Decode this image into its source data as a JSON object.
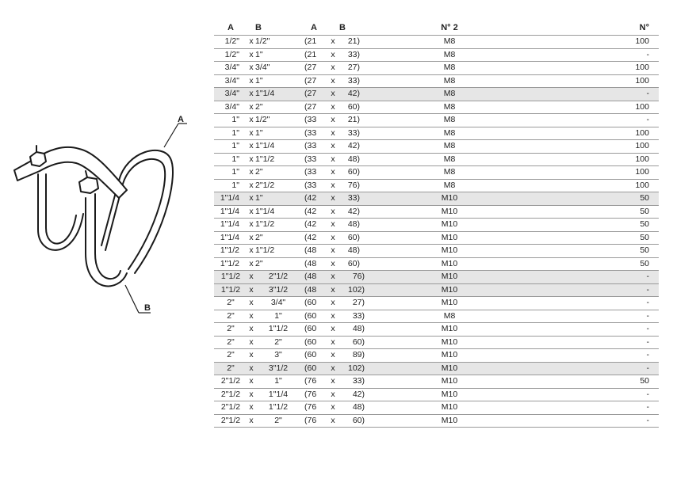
{
  "figure": {
    "label_a": "A",
    "label_b": "B"
  },
  "table": {
    "headers": {
      "a": "A",
      "b": "B",
      "paren_a": "A",
      "paren_b": "B",
      "n2": "N° 2",
      "n": "N°"
    },
    "rows": [
      {
        "a": "1/2\"",
        "x": "x",
        "b": "1/2\"",
        "pa": "(21",
        "px": "x",
        "pb": "21)",
        "n2": "M8",
        "n": "100",
        "shaded": false,
        "style": "tight"
      },
      {
        "a": "1/2\"",
        "x": "x",
        "b": "1\"",
        "pa": "(21",
        "px": "x",
        "pb": "33)",
        "n2": "M8",
        "n": "-",
        "shaded": false,
        "style": "tight"
      },
      {
        "a": "3/4\"",
        "x": "x",
        "b": "3/4\"",
        "pa": "(27",
        "px": "x",
        "pb": "27)",
        "n2": "M8",
        "n": "100",
        "shaded": false,
        "style": "tight"
      },
      {
        "a": "3/4\"",
        "x": "x",
        "b": "1\"",
        "pa": "(27",
        "px": "x",
        "pb": "33)",
        "n2": "M8",
        "n": "100",
        "shaded": false,
        "style": "tight"
      },
      {
        "a": "3/4\"",
        "x": "x",
        "b": "1\"1/4",
        "pa": "(27",
        "px": "x",
        "pb": "42)",
        "n2": "M8",
        "n": "-",
        "shaded": true,
        "style": "tight"
      },
      {
        "a": "3/4\"",
        "x": "x",
        "b": "2\"",
        "pa": "(27",
        "px": "x",
        "pb": "60)",
        "n2": "M8",
        "n": "100",
        "shaded": false,
        "style": "tight"
      },
      {
        "a": "1\"",
        "x": "x",
        "b": "1/2\"",
        "pa": "(33",
        "px": "x",
        "pb": "21)",
        "n2": "M8",
        "n": "-",
        "shaded": false,
        "style": "tight"
      },
      {
        "a": "1\"",
        "x": "x",
        "b": "1\"",
        "pa": "(33",
        "px": "x",
        "pb": "33)",
        "n2": "M8",
        "n": "100",
        "shaded": false,
        "style": "tight"
      },
      {
        "a": "1\"",
        "x": "x",
        "b": "1\"1/4",
        "pa": "(33",
        "px": "x",
        "pb": "42)",
        "n2": "M8",
        "n": "100",
        "shaded": false,
        "style": "tight"
      },
      {
        "a": "1\"",
        "x": "x",
        "b": "1\"1/2",
        "pa": "(33",
        "px": "x",
        "pb": "48)",
        "n2": "M8",
        "n": "100",
        "shaded": false,
        "style": "tight"
      },
      {
        "a": "1\"",
        "x": "x",
        "b": "2\"",
        "pa": "(33",
        "px": "x",
        "pb": "60)",
        "n2": "M8",
        "n": "100",
        "shaded": false,
        "style": "tight"
      },
      {
        "a": "1\"",
        "x": "x",
        "b": "2\"1/2",
        "pa": "(33",
        "px": "x",
        "pb": "76)",
        "n2": "M8",
        "n": "100",
        "shaded": false,
        "style": "tight"
      },
      {
        "a": "1\"1/4",
        "x": "x",
        "b": "1\"",
        "pa": "(42",
        "px": "x",
        "pb": "33)",
        "n2": "M10",
        "n": "50",
        "shaded": true,
        "style": "tight"
      },
      {
        "a": "1\"1/4",
        "x": "x",
        "b": "1\"1/4",
        "pa": "(42",
        "px": "x",
        "pb": "42)",
        "n2": "M10",
        "n": "50",
        "shaded": false,
        "style": "tight"
      },
      {
        "a": "1\"1/4",
        "x": "x",
        "b": "1\"1/2",
        "pa": "(42",
        "px": "x",
        "pb": "48)",
        "n2": "M10",
        "n": "50",
        "shaded": false,
        "style": "tight"
      },
      {
        "a": "1\"1/4",
        "x": "x",
        "b": "2\"",
        "pa": "(42",
        "px": "x",
        "pb": "60)",
        "n2": "M10",
        "n": "50",
        "shaded": false,
        "style": "tight"
      },
      {
        "a": "1\"1/2",
        "x": "x",
        "b": "1\"1/2",
        "pa": "(48",
        "px": "x",
        "pb": "48)",
        "n2": "M10",
        "n": "50",
        "shaded": false,
        "style": "tight"
      },
      {
        "a": "1\"1/2",
        "x": "x",
        "b": "2\"",
        "pa": "(48",
        "px": "x",
        "pb": "60)",
        "n2": "M10",
        "n": "50",
        "shaded": false,
        "style": "tight"
      },
      {
        "a": "1\"1/2",
        "x": "x",
        "b": "2\"1/2",
        "pa": "(48",
        "px": "x",
        "pb": "76)",
        "n2": "M10",
        "n": "-",
        "shaded": true,
        "style": "wide"
      },
      {
        "a": "1\"1/2",
        "x": "x",
        "b": "3\"1/2",
        "pa": "(48",
        "px": "x",
        "pb": "102)",
        "n2": "M10",
        "n": "-",
        "shaded": true,
        "style": "wide"
      },
      {
        "a": "2\"",
        "x": "x",
        "b": "3/4\"",
        "pa": "(60",
        "px": "x",
        "pb": "27)",
        "n2": "M10",
        "n": "-",
        "shaded": false,
        "style": "wide"
      },
      {
        "a": "2\"",
        "x": "x",
        "b": "1\"",
        "pa": "(60",
        "px": "x",
        "pb": "33)",
        "n2": "M8",
        "n": "-",
        "shaded": false,
        "style": "wide"
      },
      {
        "a": "2\"",
        "x": "x",
        "b": "1\"1/2",
        "pa": "(60",
        "px": "x",
        "pb": "48)",
        "n2": "M10",
        "n": "-",
        "shaded": false,
        "style": "wide"
      },
      {
        "a": "2\"",
        "x": "x",
        "b": "2\"",
        "pa": "(60",
        "px": "x",
        "pb": "60)",
        "n2": "M10",
        "n": "-",
        "shaded": false,
        "style": "wide"
      },
      {
        "a": "2\"",
        "x": "x",
        "b": "3\"",
        "pa": "(60",
        "px": "x",
        "pb": "89)",
        "n2": "M10",
        "n": "-",
        "shaded": false,
        "style": "wide"
      },
      {
        "a": "2\"",
        "x": "x",
        "b": "3\"1/2",
        "pa": "(60",
        "px": "x",
        "pb": "102)",
        "n2": "M10",
        "n": "-",
        "shaded": true,
        "style": "wide"
      },
      {
        "a": "2\"1/2",
        "x": "x",
        "b": "1\"",
        "pa": "(76",
        "px": "x",
        "pb": "33)",
        "n2": "M10",
        "n": "50",
        "shaded": false,
        "style": "wide"
      },
      {
        "a": "2\"1/2",
        "x": "x",
        "b": "1\"1/4",
        "pa": "(76",
        "px": "x",
        "pb": "42)",
        "n2": "M10",
        "n": "-",
        "shaded": false,
        "style": "wide"
      },
      {
        "a": "2\"1/2",
        "x": "x",
        "b": "1\"1/2",
        "pa": "(76",
        "px": "x",
        "pb": "48)",
        "n2": "M10",
        "n": "-",
        "shaded": false,
        "style": "wide"
      },
      {
        "a": "2\"1/2",
        "x": "x",
        "b": "2\"",
        "pa": "(76",
        "px": "x",
        "pb": "60)",
        "n2": "M10",
        "n": "-",
        "shaded": false,
        "style": "wide"
      }
    ]
  }
}
